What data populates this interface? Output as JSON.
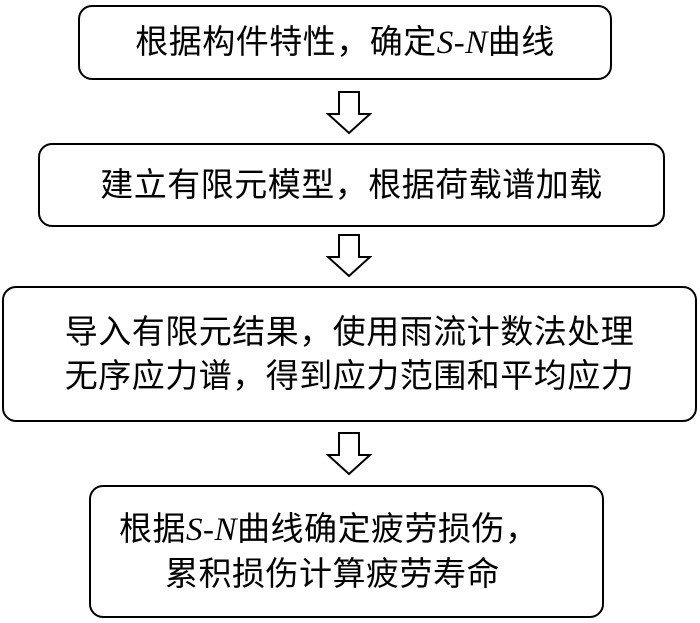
{
  "steps": [
    {
      "pre": "根据构件特性，确定",
      "sn": "S-N",
      "post": "曲线"
    },
    {
      "text": "建立有限元模型，根据荷载谱加载"
    },
    {
      "line1": "导入有限元结果，使用雨流计数法处理",
      "line2": "无序应力谱，得到应力范围和平均应力"
    },
    {
      "pre": "根据",
      "sn": "S-N",
      "post": "曲线确定疲劳损伤，",
      "line2": "累积损伤计算疲劳寿命"
    }
  ],
  "colors": {
    "stroke": "#000000",
    "fill": "#ffffff"
  }
}
